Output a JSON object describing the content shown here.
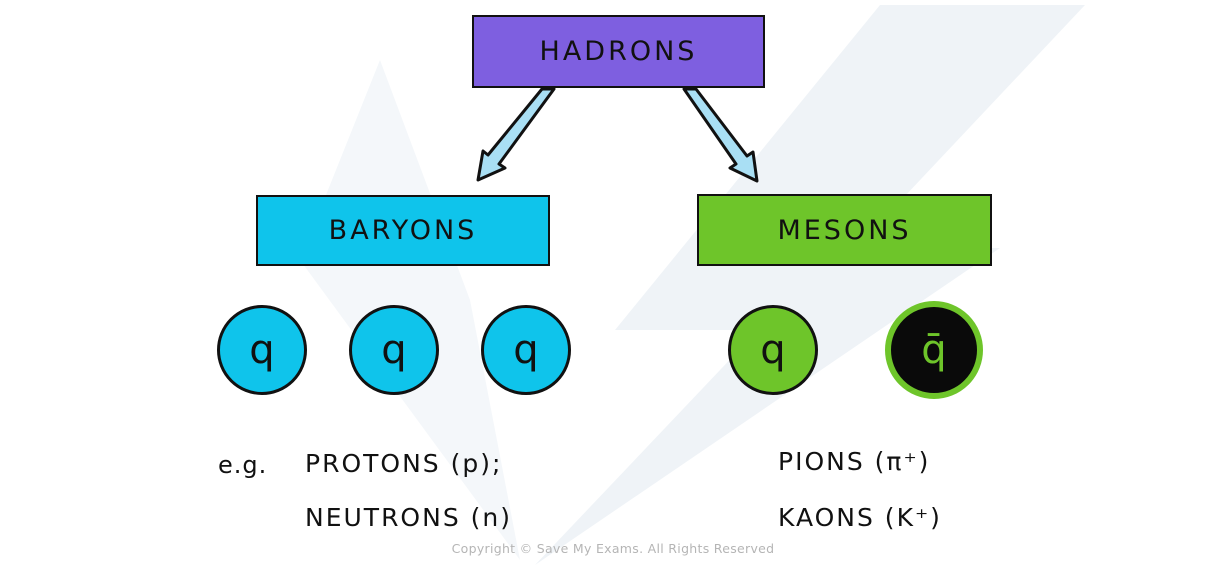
{
  "root": {
    "title": "HADRONS"
  },
  "baryons": {
    "label": "BARYONS",
    "quarks": [
      "q",
      "q",
      "q"
    ],
    "examples_intro": "e.g.",
    "examples": [
      "PROTONS (p);",
      "NEUTRONS (n)"
    ]
  },
  "mesons": {
    "label": "MESONS",
    "quark": "q",
    "antiquark": "q̄",
    "examples": [
      "PIONS (π⁺)",
      "KAONS (K⁺)"
    ]
  },
  "footer": {
    "copyright": "Copyright © Save My Exams. All Rights Reserved"
  },
  "colors": {
    "hadrons_box": "#7E5FE0",
    "baryons_box": "#0FC4EB",
    "mesons_box": "#6EC52A",
    "arrow_fill": "#A9DFF4",
    "outline": "#111111",
    "antiquark_fill": "#0A0A0A",
    "antiquark_text": "#6EC52A",
    "copyright_text": "#B5B5B5"
  }
}
